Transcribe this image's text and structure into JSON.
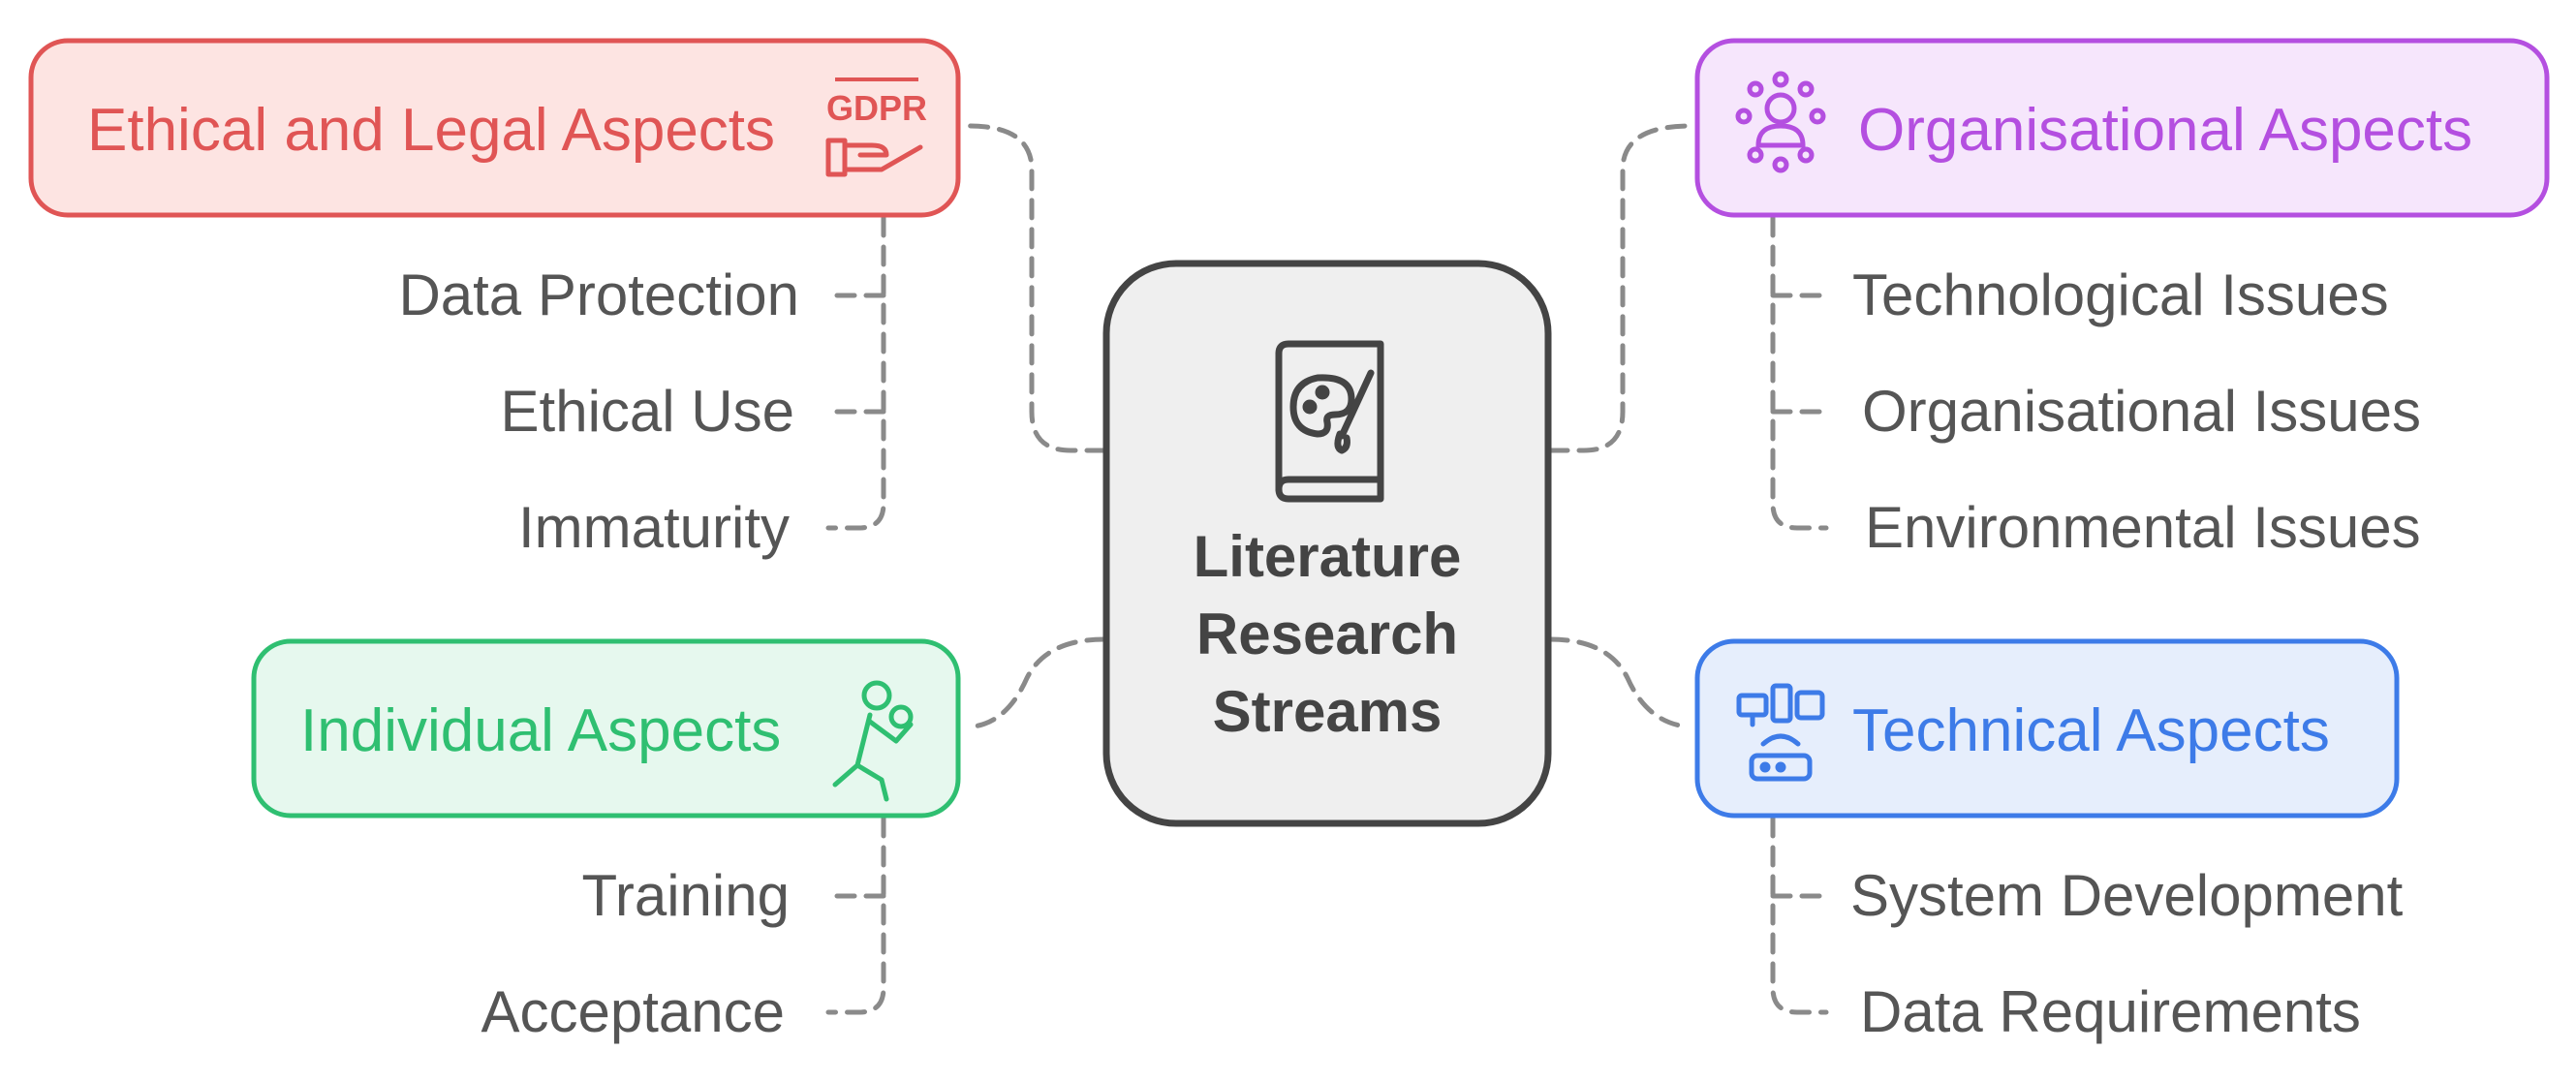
{
  "center": {
    "lines": [
      "Literature",
      "Research",
      "Streams"
    ],
    "icon": "book-palette-icon"
  },
  "categories": {
    "ethical": {
      "title": "Ethical and Legal Aspects",
      "icon": "gdpr-hand-icon",
      "icon_text": "GDPR",
      "color": "#e05555",
      "fill": "#fde4e2",
      "items": [
        "Data Protection",
        "Ethical Use",
        "Immaturity"
      ]
    },
    "individual": {
      "title": "Individual Aspects",
      "icon": "person-running-icon",
      "color": "#2fbf71",
      "fill": "#e6f8ee",
      "items": [
        "Training",
        "Acceptance"
      ]
    },
    "organisational": {
      "title": "Organisational Aspects",
      "icon": "people-network-icon",
      "color": "#b44fe0",
      "fill": "#f6e6fc",
      "items": [
        "Technological Issues",
        "Organisational Issues",
        "Environmental Issues"
      ]
    },
    "technical": {
      "title": "Technical Aspects",
      "icon": "devices-router-icon",
      "color": "#3d7be8",
      "fill": "#e6eefc",
      "items": [
        "System Development",
        "Data Requirements"
      ]
    }
  }
}
